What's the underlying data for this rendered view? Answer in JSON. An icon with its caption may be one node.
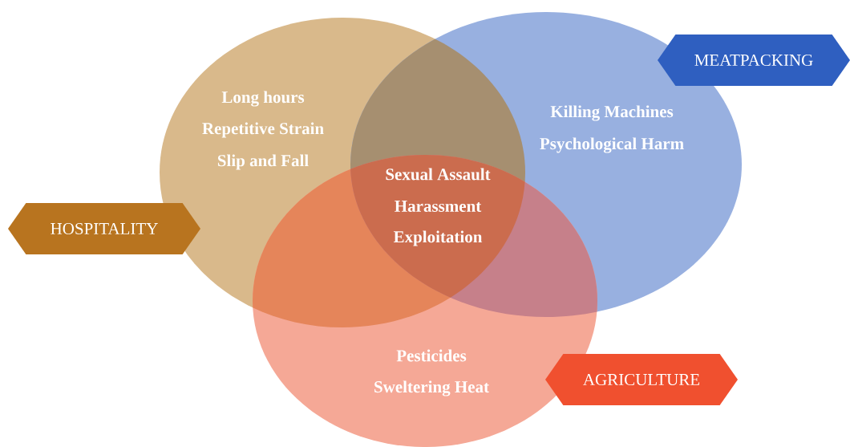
{
  "diagram": {
    "nodes": [
      {
        "text": [
          "Long hours",
          "Repetitive Strain",
          "Slip and Fall"
        ]
      },
      {
        "text": [
          "Killing Machines",
          "Psychological Harm"
        ]
      },
      {
        "text": [
          "Pesticides",
          "Sweltering Heat"
        ]
      },
      {
        "text": [
          "HOSPITALITY"
        ]
      },
      {
        "text": [
          "MEATPACKING"
        ]
      },
      {
        "text": [
          "AGRICULTURE"
        ]
      }
    ],
    "labels": [
      "Sexual Assault",
      "Harassment",
      "Exploitation"
    ]
  }
}
